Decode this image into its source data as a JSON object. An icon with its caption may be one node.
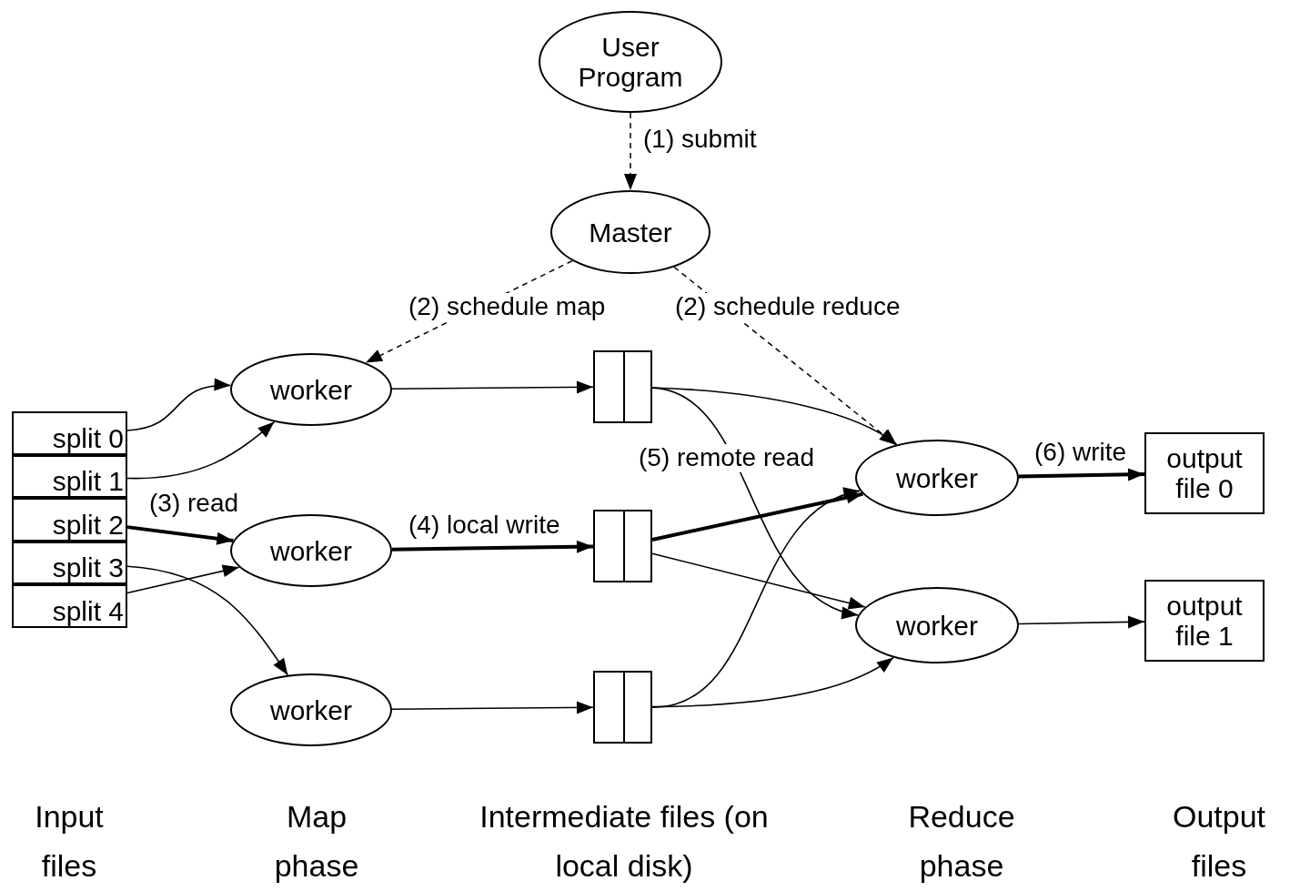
{
  "diagram": {
    "nodes": [
      {
        "text": [
          "User Program"
        ]
      },
      {
        "text": [
          "Master"
        ]
      },
      {
        "text": [
          "worker"
        ]
      },
      {
        "text": [
          "split 0"
        ]
      },
      {
        "text": [
          "split 1"
        ]
      },
      {
        "text": [
          "split 2"
        ]
      },
      {
        "text": [
          "split 3"
        ]
      },
      {
        "text": [
          "split 4"
        ]
      },
      {
        "text": [
          "worker"
        ]
      },
      {
        "text": [
          "worker"
        ]
      },
      {
        "text": [],
        "shape": "box"
      },
      {
        "text": [],
        "shape": "box"
      },
      {
        "text": [],
        "shape": "box"
      },
      {
        "text": [
          "worker"
        ]
      },
      {
        "text": [
          "worker"
        ]
      },
      {
        "text": [
          "output file 0"
        ]
      },
      {
        "text": [
          "output file 1"
        ]
      }
    ],
    "edges": [
      {
        "from": 0,
        "to": 1,
        "arrow": "to",
        "label": "(1) submit",
        "style": "dashed"
      },
      {
        "from": 1,
        "to": 2,
        "arrow": "to",
        "label": "(2) schedule map",
        "style": "dashed"
      },
      {
        "from": 1,
        "to": 13,
        "arrow": "to",
        "label": "(2) schedule reduce",
        "style": "dashed"
      },
      {
        "from": 3,
        "to": 2,
        "arrow": "to"
      },
      {
        "from": 4,
        "to": 2,
        "arrow": "to"
      },
      {
        "from": 5,
        "to": 8,
        "arrow": "to",
        "label": "(3) read",
        "style": "thick"
      },
      {
        "from": 6,
        "to": 9,
        "arrow": "to"
      },
      {
        "from": 7,
        "to": 8,
        "arrow": "to"
      },
      {
        "from": 2,
        "to": 10,
        "arrow": "to"
      },
      {
        "from": 8,
        "to": 11,
        "arrow": "to",
        "label": "(4) local write",
        "style": "thick"
      },
      {
        "from": 9,
        "to": 12,
        "arrow": "to"
      },
      {
        "from": 10,
        "to": 13,
        "arrow": "to"
      },
      {
        "from": 10,
        "to": 14,
        "arrow": "to"
      },
      {
        "from": 11,
        "to": 13,
        "arrow": "to",
        "label": "(5) remote read",
        "style": "thick"
      },
      {
        "from": 11,
        "to": 14,
        "arrow": "to"
      },
      {
        "from": 12,
        "to": 13,
        "arrow": "to"
      },
      {
        "from": 12,
        "to": 14,
        "arrow": "to"
      },
      {
        "from": 13,
        "to": 15,
        "arrow": "to",
        "label": "(6) write",
        "style": "thick"
      },
      {
        "from": 14,
        "to": 16,
        "arrow": "to"
      }
    ],
    "labels": [
      "Input files",
      "Map phase",
      "Intermediate files (on local disk)",
      "Reduce phase",
      "Output files"
    ]
  }
}
